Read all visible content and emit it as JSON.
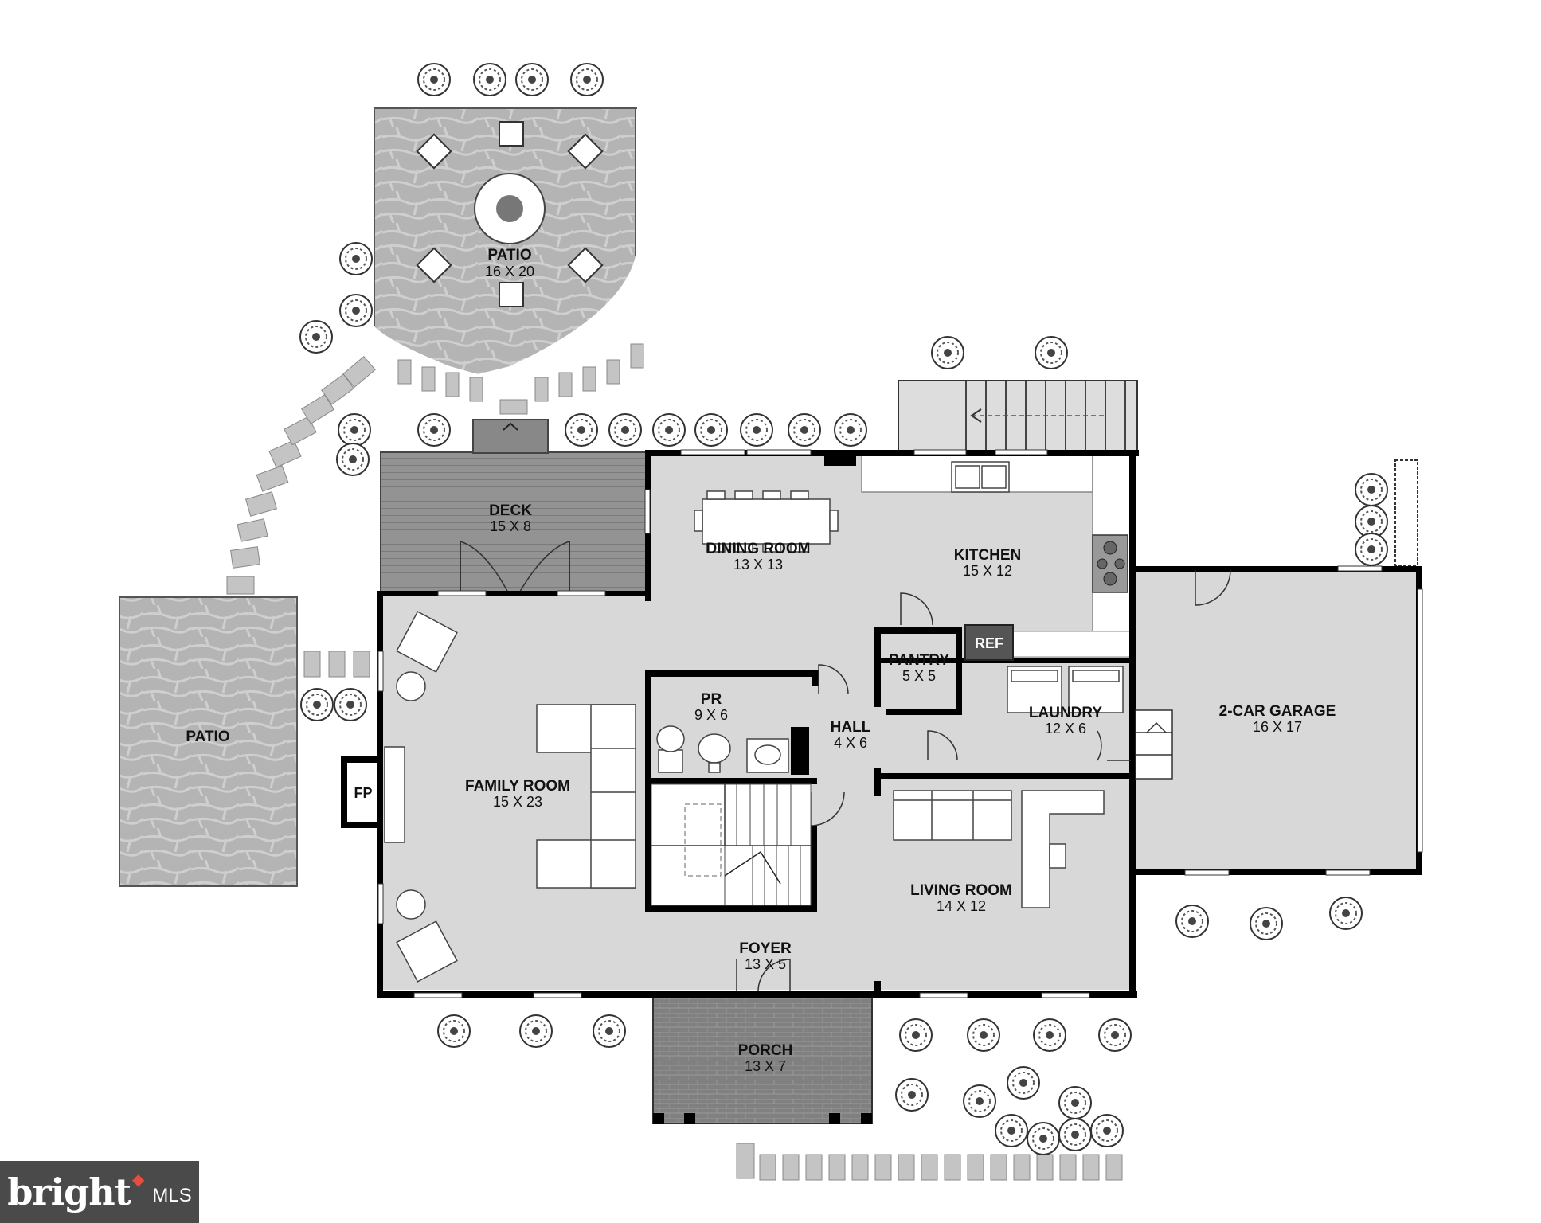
{
  "rooms": {
    "patio_top": {
      "name": "PATIO",
      "dims": "16 X 20"
    },
    "deck": {
      "name": "DECK",
      "dims": "15 X 8"
    },
    "dining": {
      "name": "DINING ROOM",
      "dims": "13 X 13"
    },
    "kitchen": {
      "name": "KITCHEN",
      "dims": "15 X 12"
    },
    "patio_left": {
      "name": "PATIO"
    },
    "pantry": {
      "name": "PANTRY",
      "dims": "5 X 5"
    },
    "pr": {
      "name": "PR",
      "dims": "9 X 6"
    },
    "hall": {
      "name": "HALL",
      "dims": "4 X 6"
    },
    "laundry": {
      "name": "LAUNDRY",
      "dims": "12 X 6"
    },
    "garage": {
      "name": "2-CAR GARAGE",
      "dims": "16 X 17"
    },
    "family": {
      "name": "FAMILY ROOM",
      "dims": "15 X 23"
    },
    "living": {
      "name": "LIVING ROOM",
      "dims": "14 X 12"
    },
    "foyer": {
      "name": "FOYER",
      "dims": "13 X 5"
    },
    "porch": {
      "name": "PORCH",
      "dims": "13 X 7"
    }
  },
  "labels": {
    "fireplace": "FP",
    "refrigerator": "REF"
  },
  "watermark": {
    "brand": "bright",
    "suffix": "MLS"
  },
  "colors": {
    "wall": "#000000",
    "floor": "#d8d8d8",
    "patio": "#a9a9a9",
    "deck": "#8f8f8f",
    "porch": "#7d7d7d",
    "badge": "#4a4a4a",
    "badge_accent": "#e84d3d"
  }
}
